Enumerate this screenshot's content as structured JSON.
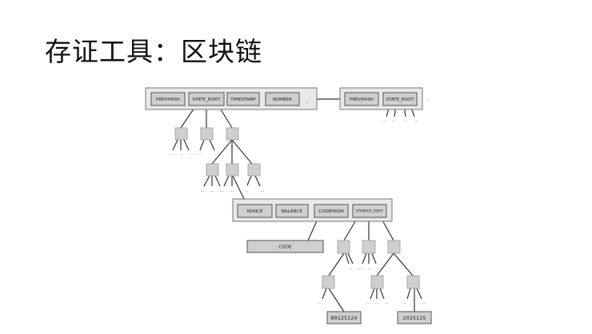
{
  "slide": {
    "title": "存证工具：区块链"
  },
  "diagram": {
    "block1": {
      "fields": [
        "PREVHASH",
        "STATE_ROOT",
        "TIMESTAMP",
        "NUMBER"
      ]
    },
    "block2": {
      "fields": [
        "PREVHASH",
        "STATE_ROOT"
      ]
    },
    "account": {
      "fields": [
        "NONCE",
        "BALANCE",
        "CODEHASH",
        "STORAGE_ROOT"
      ]
    },
    "code_label": "CODE",
    "storage_values": [
      "89125124",
      "2025125"
    ],
    "ellipsis": "..."
  }
}
